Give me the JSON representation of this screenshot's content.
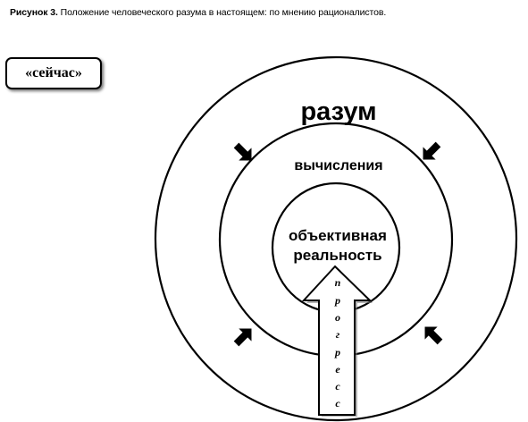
{
  "caption": {
    "label": "Рисунок 3.",
    "text": " Положение человеческого разума в настоящем: по мнению рационалистов."
  },
  "now_label": "«сейчас»",
  "rings": {
    "outer_label": "разум",
    "middle_label": "вычисления",
    "inner_label_line1": "объективная",
    "inner_label_line2": "реальность"
  },
  "progress_arrow": {
    "letters": [
      "п",
      "р",
      "о",
      "г",
      "р",
      "е",
      "с",
      "с"
    ]
  },
  "inward_arrows": [
    "arrow-top-left",
    "arrow-top-right",
    "arrow-bottom-left",
    "arrow-bottom-right"
  ]
}
